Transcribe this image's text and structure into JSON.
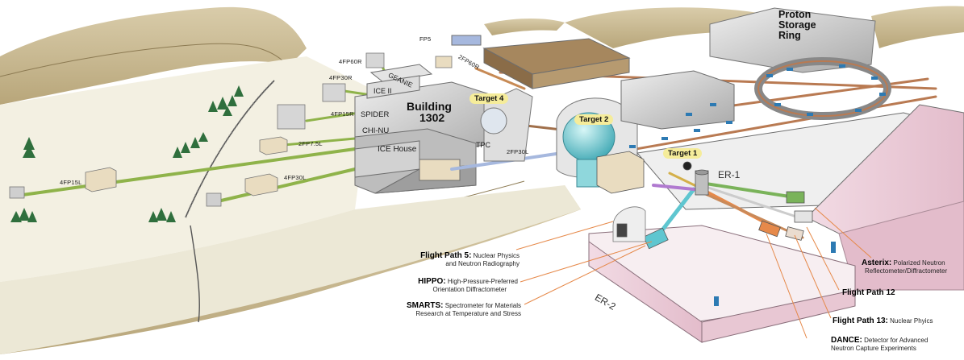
{
  "facility": {
    "building_name_line1": "Building",
    "building_name_line2": "1302",
    "storage_ring_line1": "Proton",
    "storage_ring_line2": "Storage",
    "storage_ring_line3": "Ring",
    "ice_house": "ICE House",
    "tpc": "TPC",
    "er1": "ER-1",
    "er2": "ER-2"
  },
  "targets": {
    "target1": "Target 1",
    "target2": "Target 2",
    "target4": "Target 4"
  },
  "west_instruments": {
    "geanie": "GEANIE",
    "ice2": "ICE II",
    "spider": "SPIDER",
    "chinu": "CHI-NU"
  },
  "flight_path_labels": {
    "fp5": "FP5",
    "fp60r_east": "2FP60R",
    "fp60r": "4FP60R",
    "fp30r": "4FP30R",
    "fp15r": "4FP15R",
    "fp7_5l": "2FP7.5L",
    "fp15l": "4FP15L",
    "fp30l": "4FP30L",
    "fp30l_east": "2FP30L"
  },
  "callouts": {
    "fp5_title": "Flight Path 5:",
    "fp5_desc1": "Nuclear Physics",
    "fp5_desc2": "and Neutron Radiography",
    "hippo_title": "HIPPO:",
    "hippo_desc1": "High-Pressure-Preferred",
    "hippo_desc2": "Orientation Diffractometer",
    "smarts_title": "SMARTS:",
    "smarts_desc1": "Spectrometer for Materials",
    "smarts_desc2": "Research at Temperature and Stress",
    "asterix_title": "Asterix:",
    "asterix_desc1": "Polarized Neutron",
    "asterix_desc2": "Reflectometer/Diffractometer",
    "fp12_title": "Flight Path 12",
    "fp13_title": "Flight Path 13:",
    "fp13_desc": "Nuclear Phyics",
    "dance_title": "DANCE:",
    "dance_desc1": "Detector for Advanced",
    "dance_desc2": "Neutron Capture Experiments"
  },
  "colors": {
    "hill": "#c9b98f",
    "hill_light": "#ede4c9",
    "building": "#d9d9d9",
    "building_dark": "#9e9e9e",
    "pink": "#ead0da",
    "beamline_green": "#8fb34a",
    "beamline_blue": "#a6b8de",
    "beamline_orange": "#e6894a",
    "target_cyan": "#7fd3d8",
    "target_label": "#f5ec9a",
    "tree": "#2f6f3d"
  }
}
